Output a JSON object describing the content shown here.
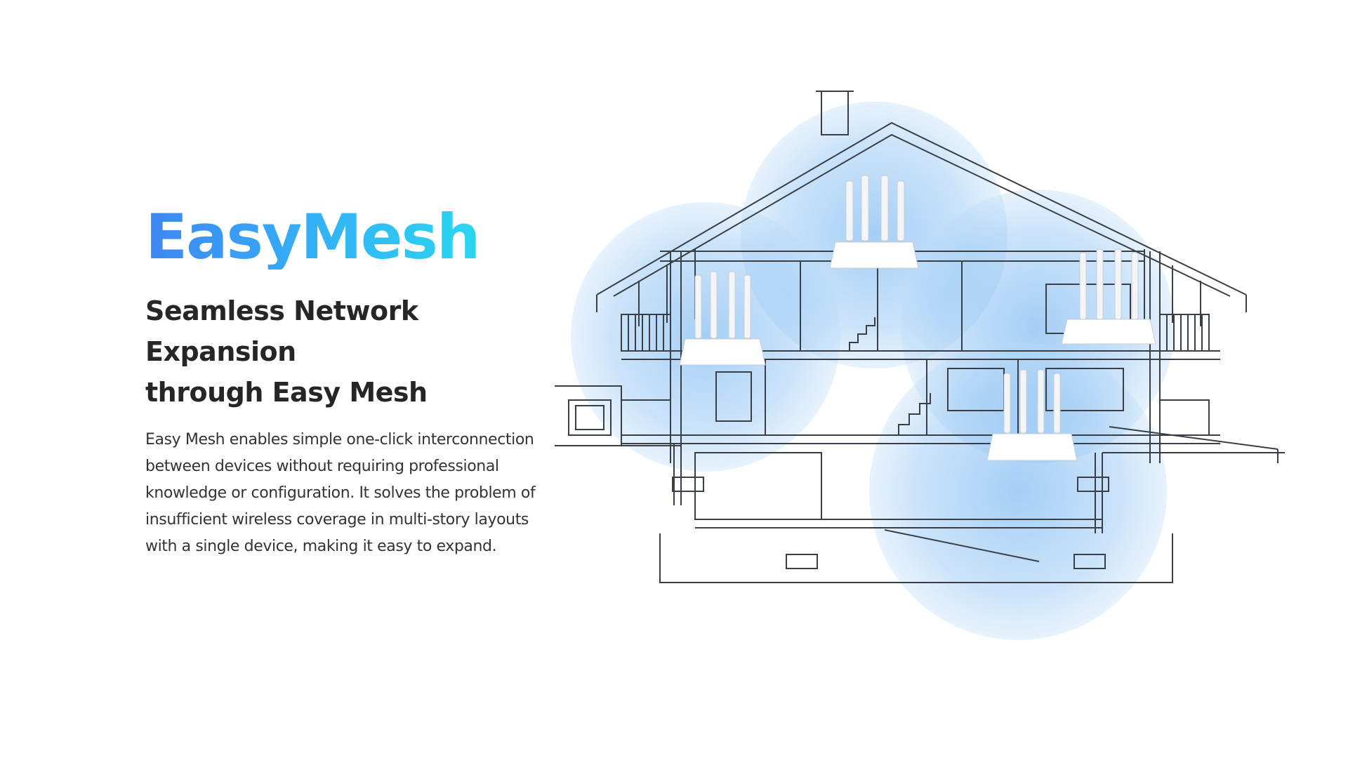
{
  "brand": {
    "title": "EasyMesh",
    "gradient_start": "#3f86f4",
    "gradient_end": "#2ad6ee"
  },
  "heading": {
    "line1": "Seamless Network Expansion",
    "line2": "through Easy Mesh"
  },
  "description": {
    "line1": "Easy Mesh enables simple one-click interconnection",
    "line2": "between devices without requiring professional",
    "line3": "knowledge or configuration. It solves the problem of",
    "line4": "insufficient wireless coverage in multi-story layouts",
    "line5": "with a single device, making it easy to expand."
  },
  "illustration": {
    "subject": "house-cutaway-sketch",
    "coverage_color": "#9cc9f5",
    "line_color": "#3a3f47",
    "router_count": 4
  }
}
